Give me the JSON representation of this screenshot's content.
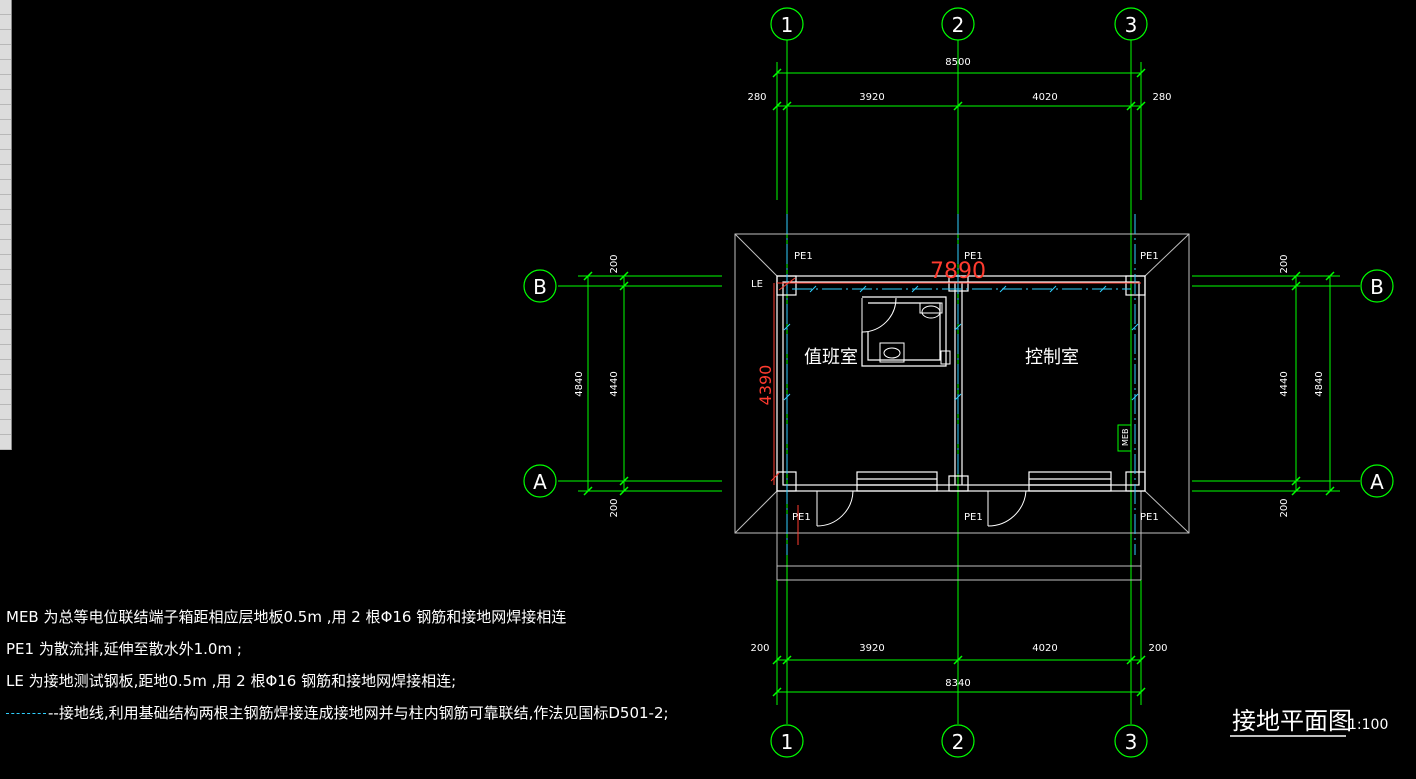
{
  "grid": {
    "columns": [
      "1",
      "2",
      "3"
    ],
    "rows": [
      "A",
      "B"
    ]
  },
  "dims": {
    "top_total": "8500",
    "top_left": "280",
    "top_mid1": "3920",
    "top_mid2": "4020",
    "top_right": "280",
    "bottom_left": "200",
    "bottom_mid1": "3920",
    "bottom_mid2": "4020",
    "bottom_right": "200",
    "bottom_total": "8340",
    "left_top": "200",
    "left_outer": "4840",
    "left_inner": "4440",
    "left_bottom": "200",
    "right_top": "200",
    "right_inner": "4440",
    "right_outer": "4840",
    "right_bottom": "200"
  },
  "red_dims": {
    "width": "7890",
    "height": "4390"
  },
  "rooms": {
    "duty": "值班室",
    "control": "控制室"
  },
  "tags": {
    "pe1": "PE1",
    "le": "LE",
    "meb": "MEB"
  },
  "notes": {
    "meb": "MEB  为总等电位联结端子箱距相应层地板0.5m    ,用 2 根Φ16  钢筋和接地网焊接相连",
    "pe1": "PE1  为散流排,延伸至散水外1.0m    ;",
    "le": "LE  为接地测试钢板,距地0.5m    ,用 2 根Φ16  钢筋和接地网焊接相连;",
    "ground": "--接地线,利用基础结构两根主钢筋焊接连成接地网并与柱内钢筋可靠联结,作法见国标D501-2;"
  },
  "title": {
    "main": "接地平面图",
    "scale": "1:100"
  },
  "colors": {
    "grid": "#00ff00",
    "wall": "#ffffff",
    "ground": "#2fd0ff",
    "red": "#ff3b2f"
  }
}
